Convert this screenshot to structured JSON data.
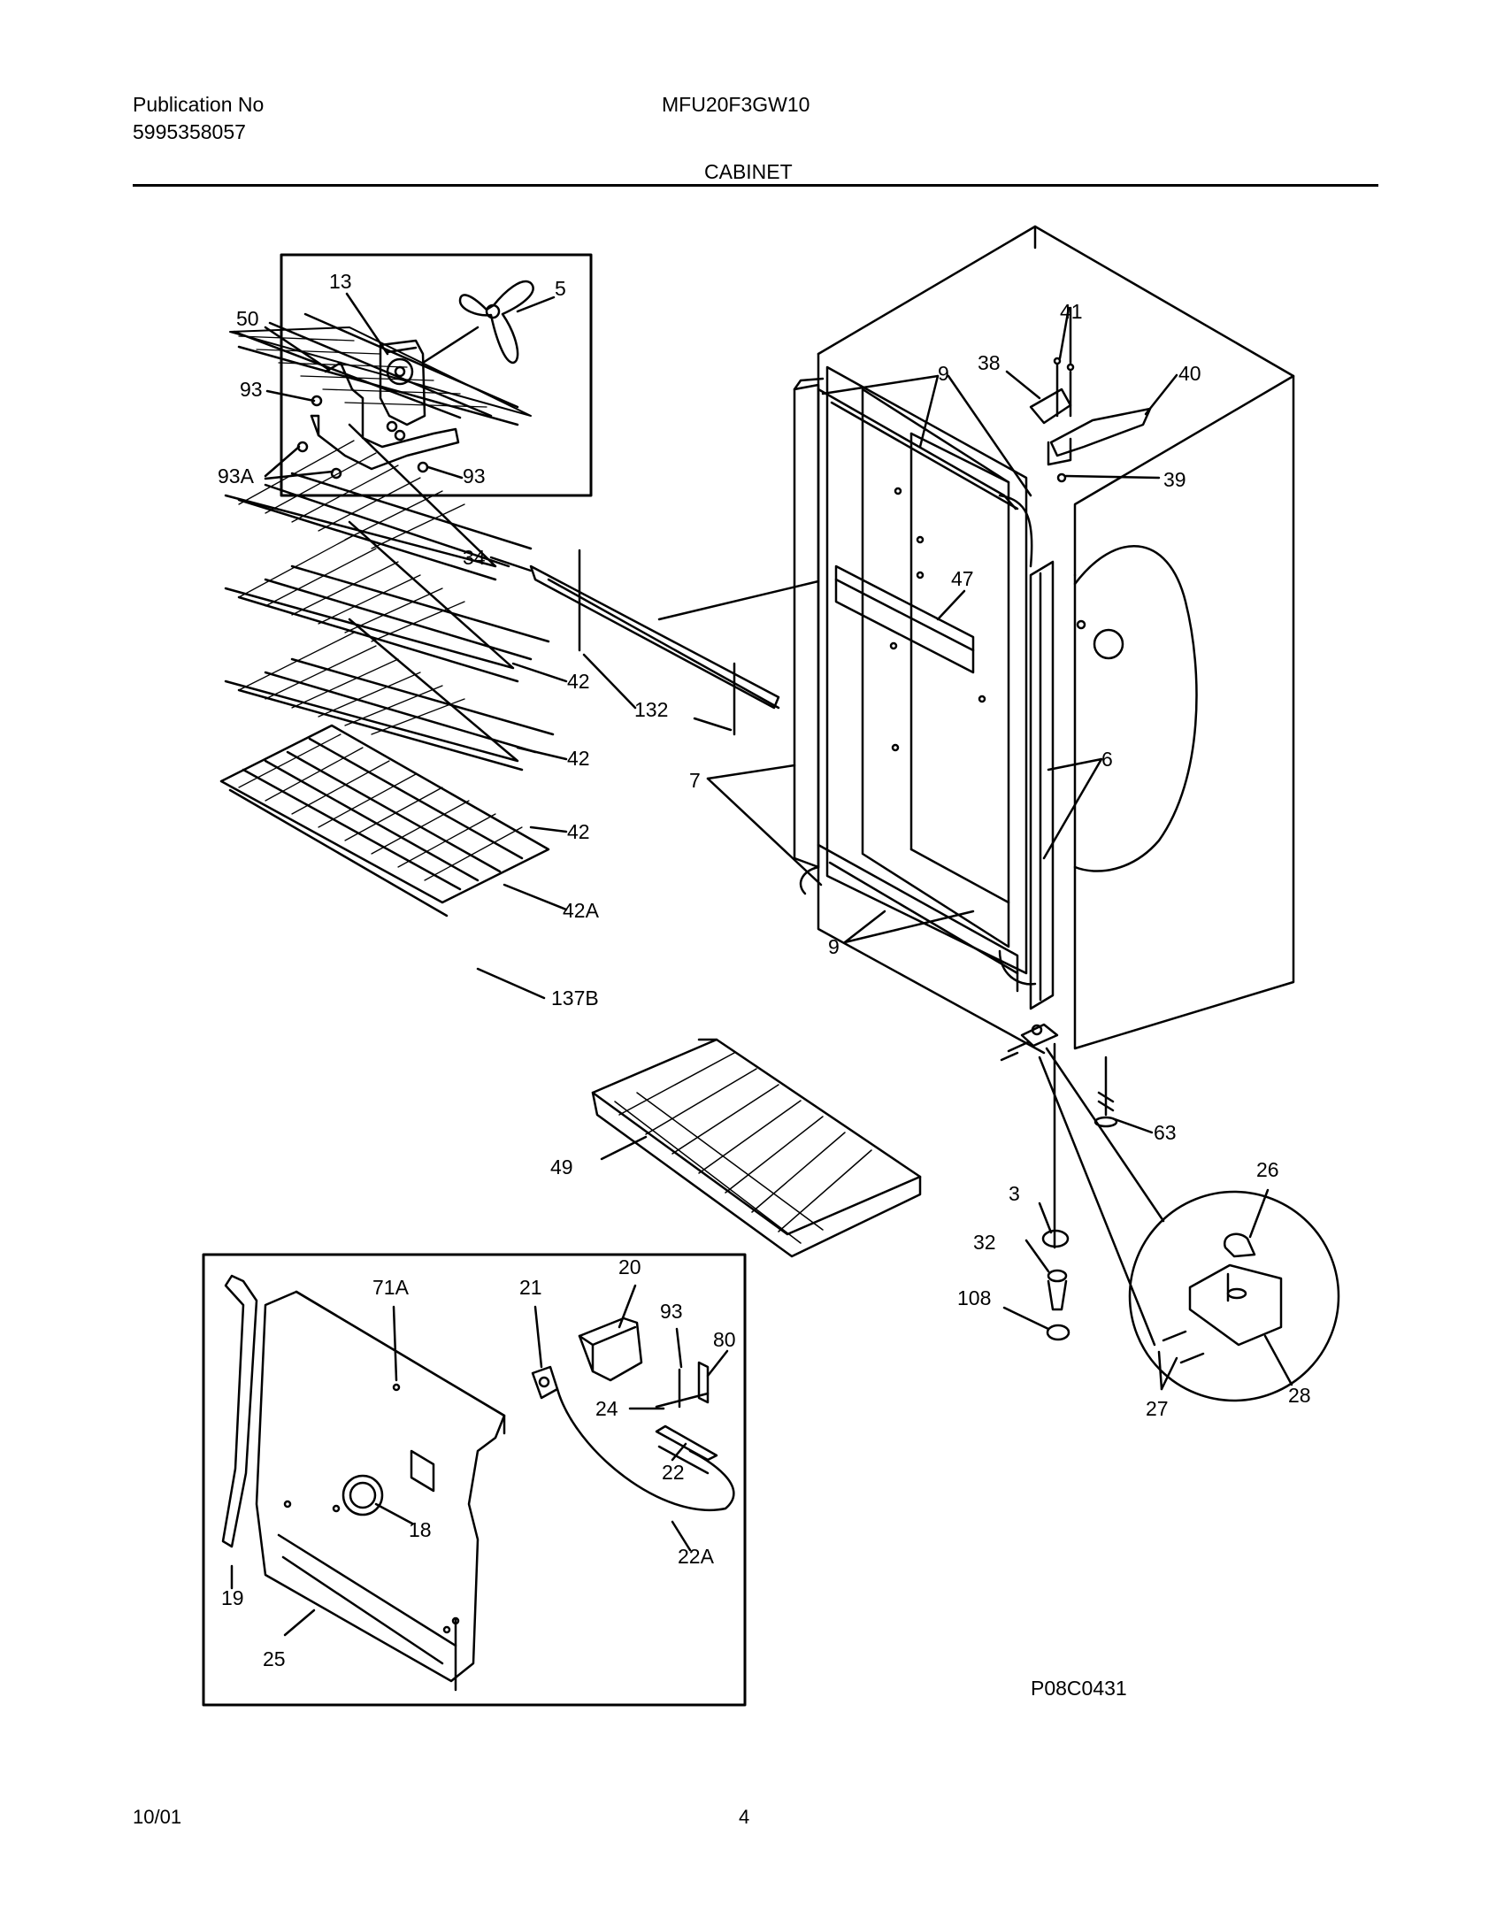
{
  "header": {
    "publication_label": "Publication No",
    "publication_number": "5995358057",
    "model": "MFU20F3GW10",
    "section_title": "CABINET"
  },
  "footer": {
    "date": "10/01",
    "page_number": "4",
    "drawing_code": "P08C0431"
  },
  "callouts": {
    "c13": "13",
    "c5": "5",
    "c50": "50",
    "c93_a": "93",
    "c93A": "93A",
    "c93_b": "93",
    "c41": "41",
    "c9_top": "9",
    "c38": "38",
    "c40": "40",
    "c39": "39",
    "c34": "34",
    "c47": "47",
    "c42_1": "42",
    "c132": "132",
    "c42_2": "42",
    "c7": "7",
    "c6": "6",
    "c42_3": "42",
    "c42A": "42A",
    "c9_bottom": "9",
    "c137B": "137B",
    "c63": "63",
    "c49": "49",
    "c26": "26",
    "c3": "3",
    "c32": "32",
    "c108": "108",
    "c20": "20",
    "c71A": "71A",
    "c21": "21",
    "c93_c": "93",
    "c80": "80",
    "c24": "24",
    "c28": "28",
    "c27": "27",
    "c22": "22",
    "c18": "18",
    "c22A": "22A",
    "c19": "19",
    "c25": "25"
  }
}
